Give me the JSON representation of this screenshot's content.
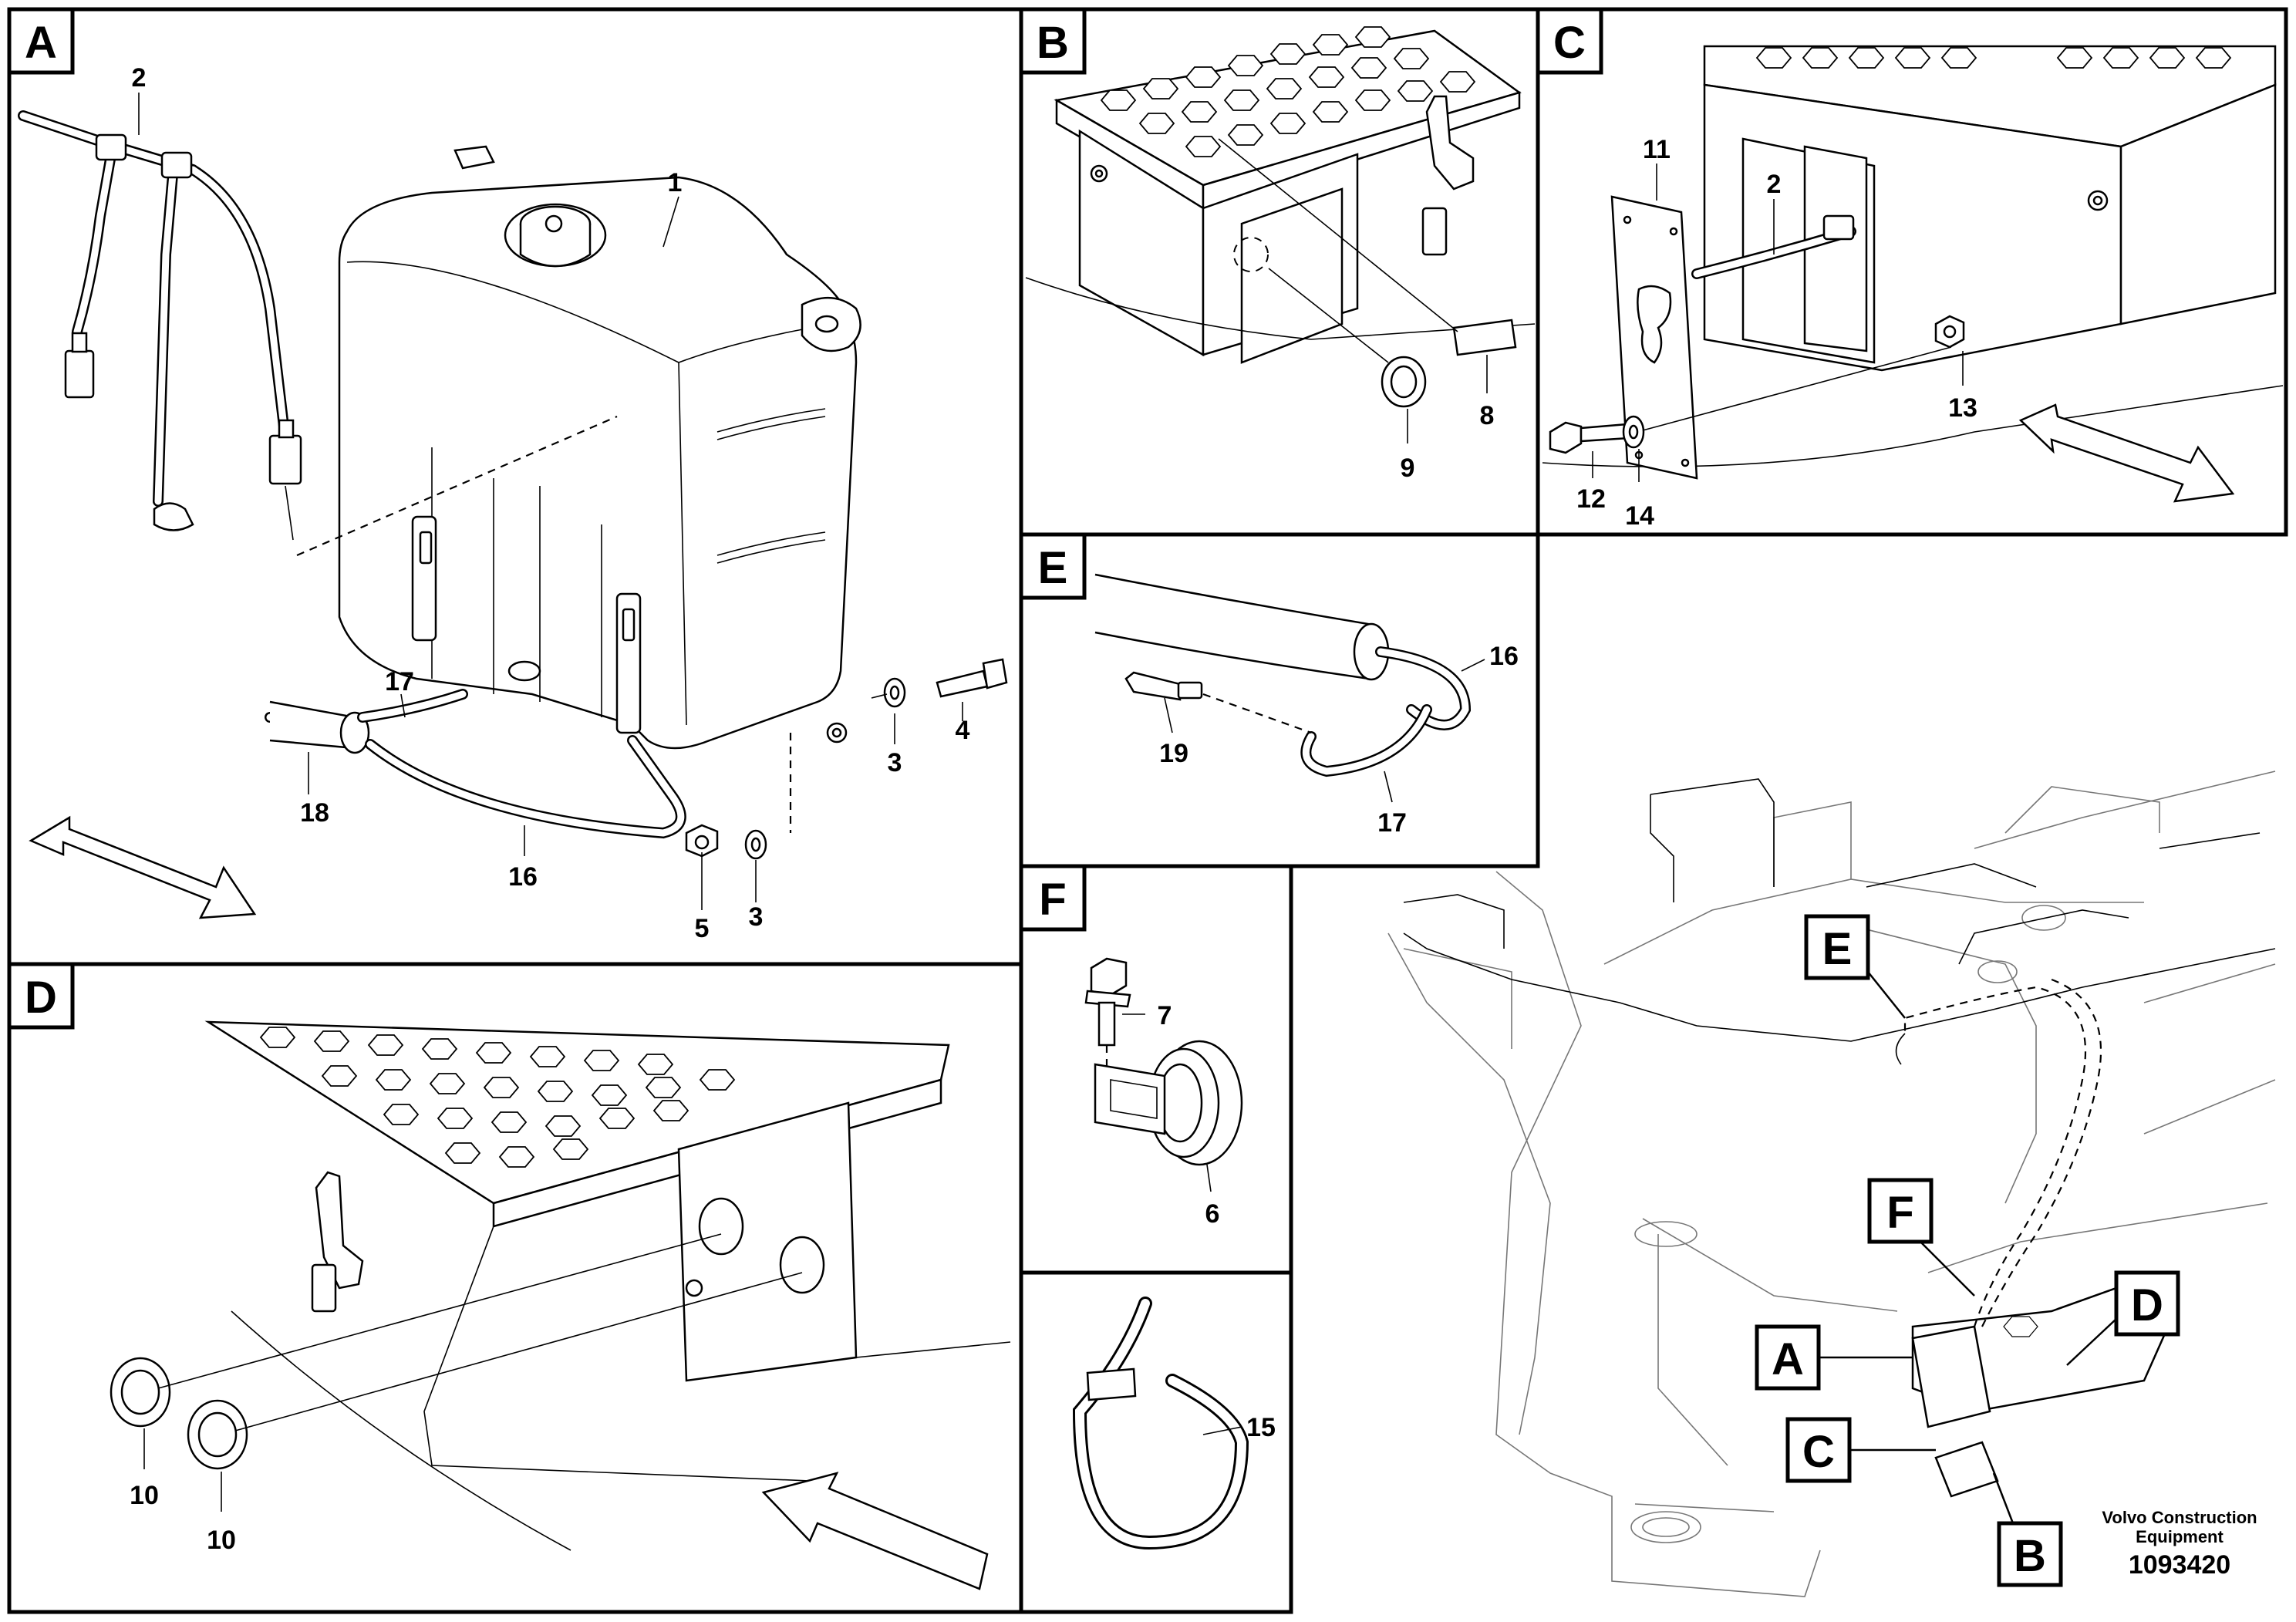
{
  "panels": {
    "A": {
      "letter": "A",
      "callouts": {
        "c1": "1",
        "c2": "2",
        "c3a": "3",
        "c3b": "3",
        "c4": "4",
        "c5": "5",
        "c16": "16",
        "c17": "17",
        "c18": "18"
      }
    },
    "B": {
      "letter": "B",
      "callouts": {
        "c8": "8",
        "c9": "9"
      }
    },
    "C": {
      "letter": "C",
      "callouts": {
        "c2": "2",
        "c11": "11",
        "c12": "12",
        "c13": "13",
        "c14": "14"
      }
    },
    "D": {
      "letter": "D",
      "callouts": {
        "c10a": "10",
        "c10b": "10"
      }
    },
    "E": {
      "letter": "E",
      "callouts": {
        "c16": "16",
        "c17": "17",
        "c19": "19"
      }
    },
    "F": {
      "letter": "F",
      "callouts": {
        "c6": "6",
        "c7": "7"
      }
    },
    "G": {
      "callouts": {
        "c15": "15"
      }
    },
    "overview": {
      "A": "A",
      "B": "B",
      "C": "C",
      "D": "D",
      "E": "E",
      "F": "F"
    }
  },
  "footer": {
    "company_line1": "Volvo Construction",
    "company_line2": "Equipment",
    "doc_number": "1093420"
  }
}
